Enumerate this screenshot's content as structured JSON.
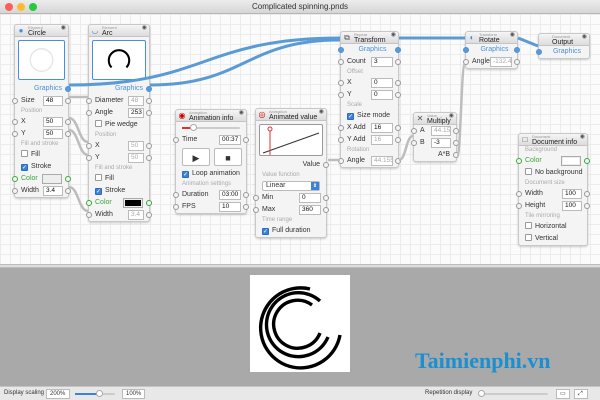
{
  "window": {
    "title": "Complicated spinning.pnds"
  },
  "colors": {
    "accent": "#4a90d9",
    "wire_graphics": "#5b9bd5",
    "wire_value": "#bdbdbd",
    "color_port": "#3aa63a"
  },
  "nodes": [
    {
      "id": "circle",
      "category": "Element",
      "title": "Circle",
      "icon": "circle-icon",
      "rows": [
        {
          "t": "preview",
          "kind": "circle"
        },
        {
          "t": "out",
          "label": "Graphics"
        },
        {
          "t": "field",
          "label": "Size",
          "value": "48"
        },
        {
          "t": "sec",
          "label": "Position"
        },
        {
          "t": "field",
          "label": "X",
          "value": "50"
        },
        {
          "t": "field",
          "label": "Y",
          "value": "50"
        },
        {
          "t": "sec",
          "label": "Fill and stroke"
        },
        {
          "t": "check",
          "label": "Fill",
          "checked": false
        },
        {
          "t": "check",
          "label": "Stroke",
          "checked": true
        },
        {
          "t": "color",
          "label": "Color",
          "color": "#eeeeee"
        },
        {
          "t": "field",
          "label": "Width",
          "value": "3.4"
        }
      ]
    },
    {
      "id": "arc",
      "category": "Element",
      "title": "Arc",
      "icon": "arc-icon",
      "rows": [
        {
          "t": "preview",
          "kind": "arc"
        },
        {
          "t": "out",
          "label": "Graphics"
        },
        {
          "t": "field",
          "label": "Diameter",
          "value": "48",
          "disabled": true
        },
        {
          "t": "field",
          "label": "Angle",
          "value": "253"
        },
        {
          "t": "check",
          "label": "Pie wedge",
          "checked": false
        },
        {
          "t": "sec",
          "label": "Position"
        },
        {
          "t": "field",
          "label": "X",
          "value": "50",
          "disabled": true
        },
        {
          "t": "field",
          "label": "Y",
          "value": "50",
          "disabled": true
        },
        {
          "t": "sec",
          "label": "Fill and stroke"
        },
        {
          "t": "check",
          "label": "Fill",
          "checked": false
        },
        {
          "t": "check",
          "label": "Stroke",
          "checked": true
        },
        {
          "t": "color",
          "label": "Color",
          "color": "#000000"
        },
        {
          "t": "field",
          "label": "Width",
          "value": "3.4",
          "disabled": true
        }
      ]
    },
    {
      "id": "animinfo",
      "category": "Animation",
      "title": "Animation info",
      "icon": "animation-icon",
      "rows": [
        {
          "t": "slider",
          "progress": 0.2
        },
        {
          "t": "field",
          "label": "Time",
          "value": "00:37"
        },
        {
          "t": "buttons",
          "play": "play-icon",
          "stop": "stop-icon"
        },
        {
          "t": "check",
          "label": "Loop animation",
          "checked": true
        },
        {
          "t": "sec",
          "label": "Animation settings"
        },
        {
          "t": "field",
          "label": "Duration",
          "value": "03:00"
        },
        {
          "t": "field",
          "label": "FPS",
          "value": "10"
        }
      ]
    },
    {
      "id": "animval",
      "category": "Animation",
      "title": "Animated value",
      "icon": "animated-value-icon",
      "rows": [
        {
          "t": "graph"
        },
        {
          "t": "out",
          "label": "Value",
          "plain": true
        },
        {
          "t": "sec",
          "label": "Value function"
        },
        {
          "t": "select",
          "value": "Linear"
        },
        {
          "t": "field",
          "label": "Min",
          "value": "0"
        },
        {
          "t": "field",
          "label": "Max",
          "value": "360"
        },
        {
          "t": "sec",
          "label": "Time range"
        },
        {
          "t": "check",
          "label": "Full duration",
          "checked": true
        }
      ]
    },
    {
      "id": "transform",
      "category": "Repeat",
      "title": "Transform",
      "icon": "repeat-icon",
      "rows": [
        {
          "t": "out",
          "label": "Graphics",
          "center": true
        },
        {
          "t": "field",
          "label": "Count",
          "value": "3"
        },
        {
          "t": "sec",
          "label": "Offset"
        },
        {
          "t": "field",
          "label": "X",
          "value": "0"
        },
        {
          "t": "field",
          "label": "Y",
          "value": "0"
        },
        {
          "t": "sec",
          "label": "Scale"
        },
        {
          "t": "check",
          "label": "Size mode",
          "checked": true
        },
        {
          "t": "field",
          "label": "X Add",
          "value": "16"
        },
        {
          "t": "field",
          "label": "Y Add",
          "value": "16",
          "disabled": true
        },
        {
          "t": "sec",
          "label": "Rotation"
        },
        {
          "t": "field",
          "label": "Angle",
          "value": "44.1553",
          "disabled": true
        }
      ]
    },
    {
      "id": "multiply",
      "category": "Value",
      "title": "Multiply",
      "icon": "multiply-icon",
      "rows": [
        {
          "t": "field",
          "label": "A",
          "value": "44.155",
          "disabled": true
        },
        {
          "t": "field",
          "label": "B",
          "value": "-3"
        },
        {
          "t": "out",
          "label": "A*B",
          "plain": true
        }
      ]
    },
    {
      "id": "rotate",
      "category": "Transform",
      "title": "Rotate",
      "icon": "rotate-icon",
      "rows": [
        {
          "t": "out",
          "label": "Graphics",
          "center": true
        },
        {
          "t": "field",
          "label": "Angle",
          "value": "-132.4",
          "disabled": true
        }
      ]
    },
    {
      "id": "output",
      "category": "Document",
      "title": "Output",
      "icon": "",
      "rows": [
        {
          "t": "out",
          "label": "Graphics",
          "center": true,
          "inonly": true
        }
      ]
    },
    {
      "id": "docinfo",
      "category": "Document",
      "title": "Document info",
      "icon": "document-icon",
      "rows": [
        {
          "t": "sec",
          "label": "Background"
        },
        {
          "t": "color",
          "label": "Color",
          "color": "#ffffff"
        },
        {
          "t": "check",
          "label": "No background",
          "checked": false
        },
        {
          "t": "sec",
          "label": "Document size"
        },
        {
          "t": "field",
          "label": "Width",
          "value": "100"
        },
        {
          "t": "field",
          "label": "Height",
          "value": "100"
        },
        {
          "t": "sec",
          "label": "Tile mirroring"
        },
        {
          "t": "check",
          "label": "Horizontal",
          "checked": false
        },
        {
          "t": "check",
          "label": "Vertical",
          "checked": false
        }
      ]
    }
  ],
  "bottom": {
    "display_scaling_label": "Display scaling",
    "display_scaling_value": "200%",
    "reset_label": "100%",
    "display_scaling_level": 0.6,
    "repetition_label": "Repetition display",
    "repetition_level": 0.0
  },
  "watermark": "Taimienphi.vn"
}
